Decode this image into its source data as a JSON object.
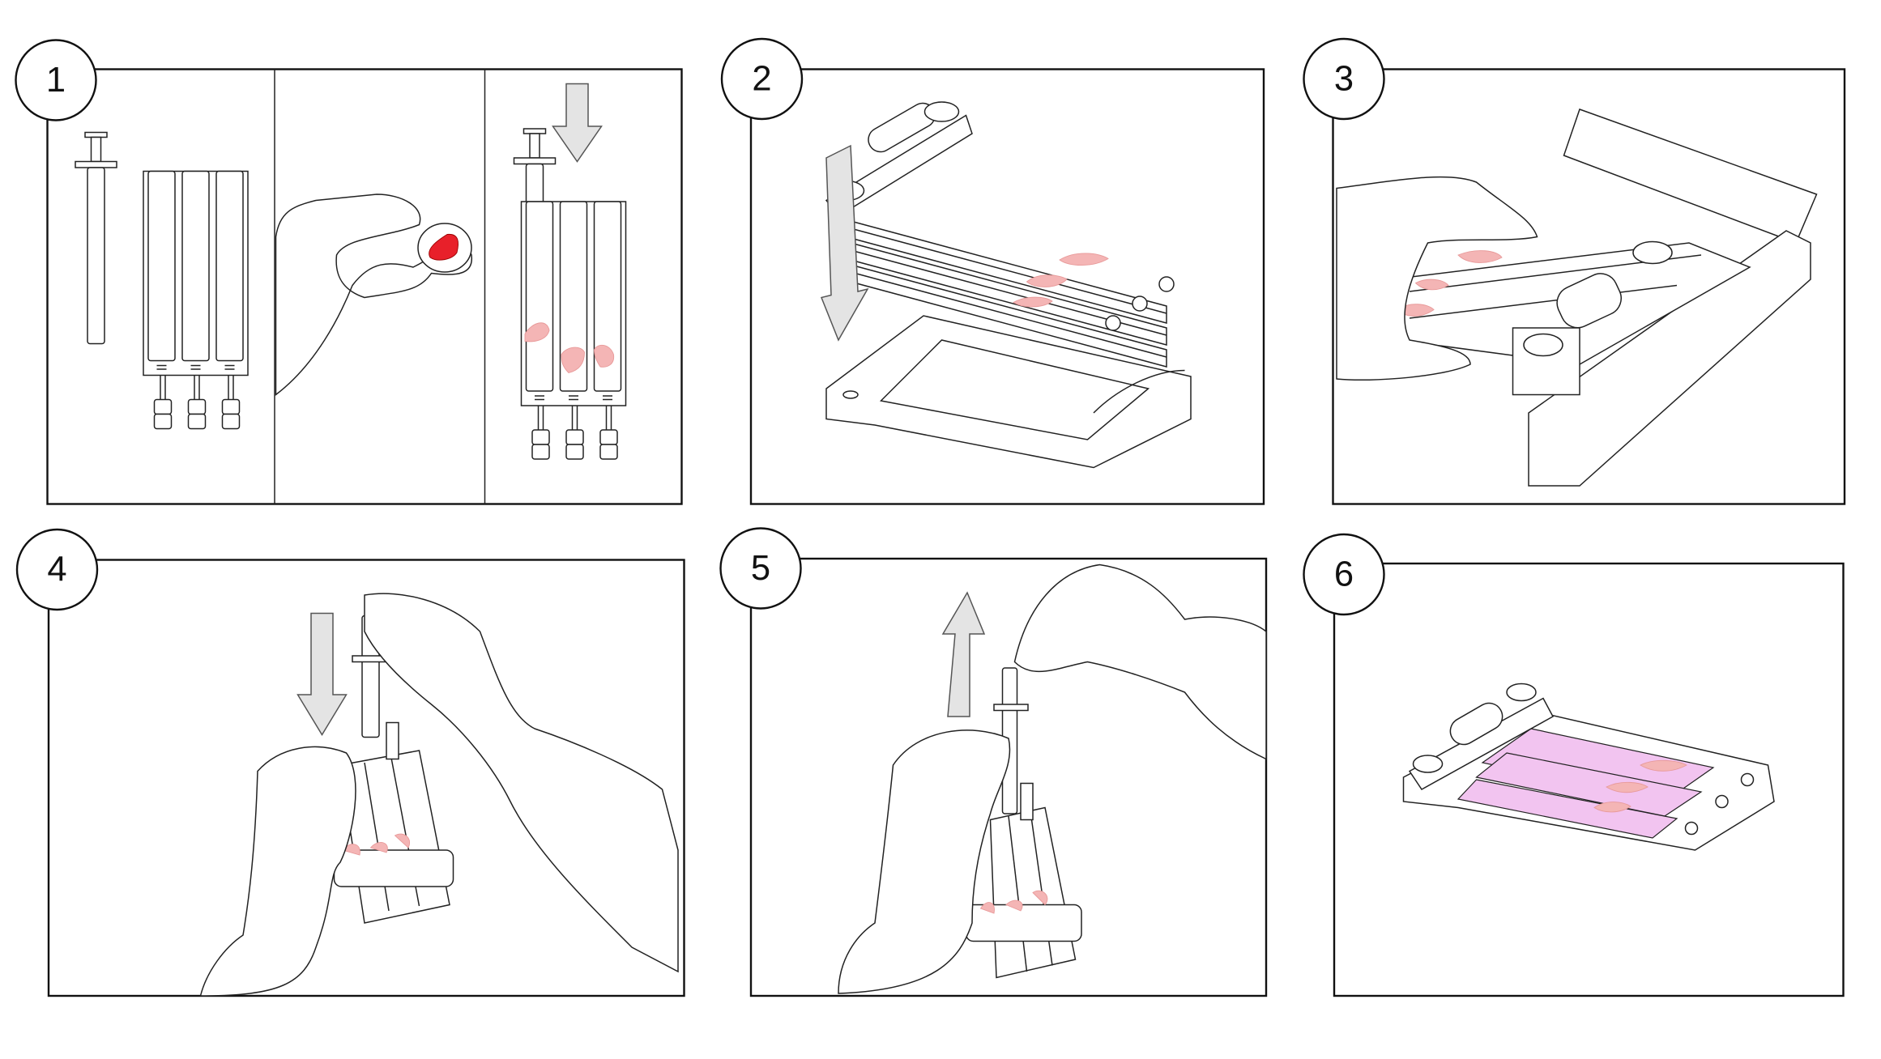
{
  "steps": [
    {
      "number": "1"
    },
    {
      "number": "2"
    },
    {
      "number": "3"
    },
    {
      "number": "4"
    },
    {
      "number": "5"
    },
    {
      "number": "6"
    }
  ],
  "colors": {
    "tissue_pink": "#f4b5b5",
    "tissue_red": "#e8202a",
    "slide_magenta": "#f2c4f0",
    "arrow_gray": "#e4e4e4"
  }
}
